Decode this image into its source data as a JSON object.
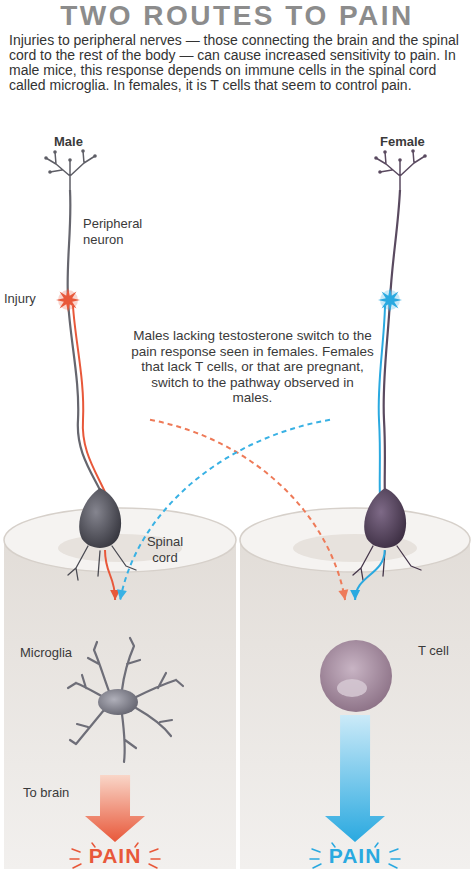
{
  "diagram": {
    "title": "TWO ROUTES TO PAIN",
    "caption": "Injuries to peripheral nerves — those connecting the brain and the spinal cord to the rest of the body — can cause increased sensitivity to pain. In male mice, this response depends on immune cells in the spinal cord called microglia. In females, it is T cells that seem to control pain.",
    "nodes": [
      {
        "text": [
          "Male",
          "Peripheral neuron",
          "Injury"
        ]
      },
      {
        "text": [
          "Female"
        ]
      },
      {
        "text": [
          "Microglia"
        ]
      },
      {
        "text": [
          "T cell"
        ]
      },
      {
        "text": [
          "PAIN"
        ]
      },
      {
        "text": [
          "PAIN"
        ]
      }
    ],
    "edges": [
      {
        "from": 0,
        "to": 2,
        "arrow": "to"
      },
      {
        "from": 0,
        "to": 3,
        "arrow": "to"
      },
      {
        "from": 1,
        "to": 3,
        "arrow": "to"
      },
      {
        "from": 1,
        "to": 2,
        "arrow": "to"
      },
      {
        "from": 2,
        "to": 4,
        "arrow": "to",
        "label": "To brain"
      },
      {
        "from": 3,
        "to": 5,
        "arrow": "to"
      }
    ],
    "labels": [
      "Males lacking testosterone switch to the pain response seen in females. Females that lack T cells, or that are pregnant, switch to the pathway observed in males.",
      "Spinal cord"
    ]
  }
}
